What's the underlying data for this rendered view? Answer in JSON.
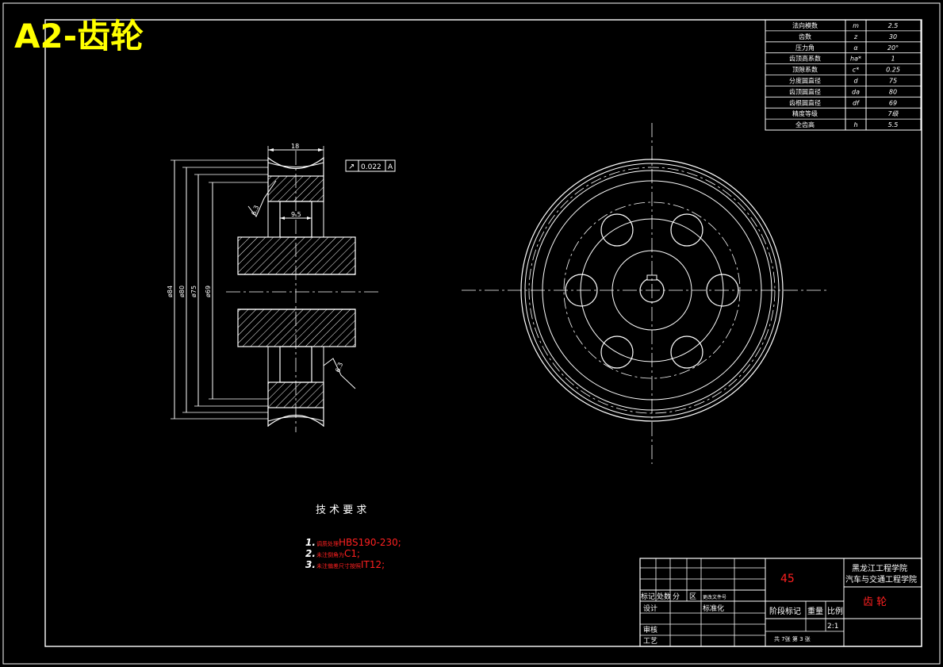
{
  "sheet": {
    "title": "A2-齿轮"
  },
  "params": [
    {
      "name": "法向模数",
      "symbol": "m",
      "value": "2.5"
    },
    {
      "name": "齿数",
      "symbol": "z",
      "value": "30"
    },
    {
      "name": "压力角",
      "symbol": "α",
      "value": "20°"
    },
    {
      "name": "齿顶高系数",
      "symbol": "ha*",
      "value": "1"
    },
    {
      "name": "顶隙系数",
      "symbol": "c*",
      "value": "0.25"
    },
    {
      "name": "分度圆直径",
      "symbol": "d",
      "value": "75"
    },
    {
      "name": "齿顶圆直径",
      "symbol": "da",
      "value": "80"
    },
    {
      "name": "齿根圆直径",
      "symbol": "df",
      "value": "69"
    },
    {
      "name": "精度等级",
      "symbol": "",
      "value": "7级"
    },
    {
      "name": "全齿高",
      "symbol": "h",
      "value": "5.5"
    }
  ],
  "section": {
    "width_dim": "18",
    "web_dim": "9.5",
    "diameters": [
      "ø84",
      "ø80",
      "ø75",
      "ø69"
    ],
    "roughness_top": "6.3",
    "roughness_bottom": "6.3",
    "tolerance_frame": {
      "symbol": "↗",
      "value": "0.022",
      "datum": "A"
    }
  },
  "tech": {
    "title": "技 术 要 求",
    "items": [
      {
        "num": "1.",
        "text_a": "调质处理",
        "text_b": "HBS190-230;"
      },
      {
        "num": "2.",
        "text_a": "未注倒角为",
        "text_b": "C1;"
      },
      {
        "num": "3.",
        "text_a": "未注偏差尺寸按照",
        "text_b": "IT12;"
      }
    ]
  },
  "titleblock": {
    "material": "45",
    "school_line1": "黑龙江工程学院",
    "school_line2": "汽车与交通工程学院",
    "part_name": "齿 轮",
    "rev_headers": [
      "标记",
      "处数",
      "分",
      "区",
      "更改文件号"
    ],
    "design": "设计",
    "standard": "标准化",
    "audit": "审核",
    "process": "工艺",
    "stage": "阶段标记",
    "weight": "重量",
    "ratio_label": "比例",
    "ratio": "2:1",
    "sheets": "共 7张  第 3 张"
  },
  "colors": {
    "line": "#ffffff",
    "title": "#ffff00",
    "accent": "#ff2020"
  }
}
